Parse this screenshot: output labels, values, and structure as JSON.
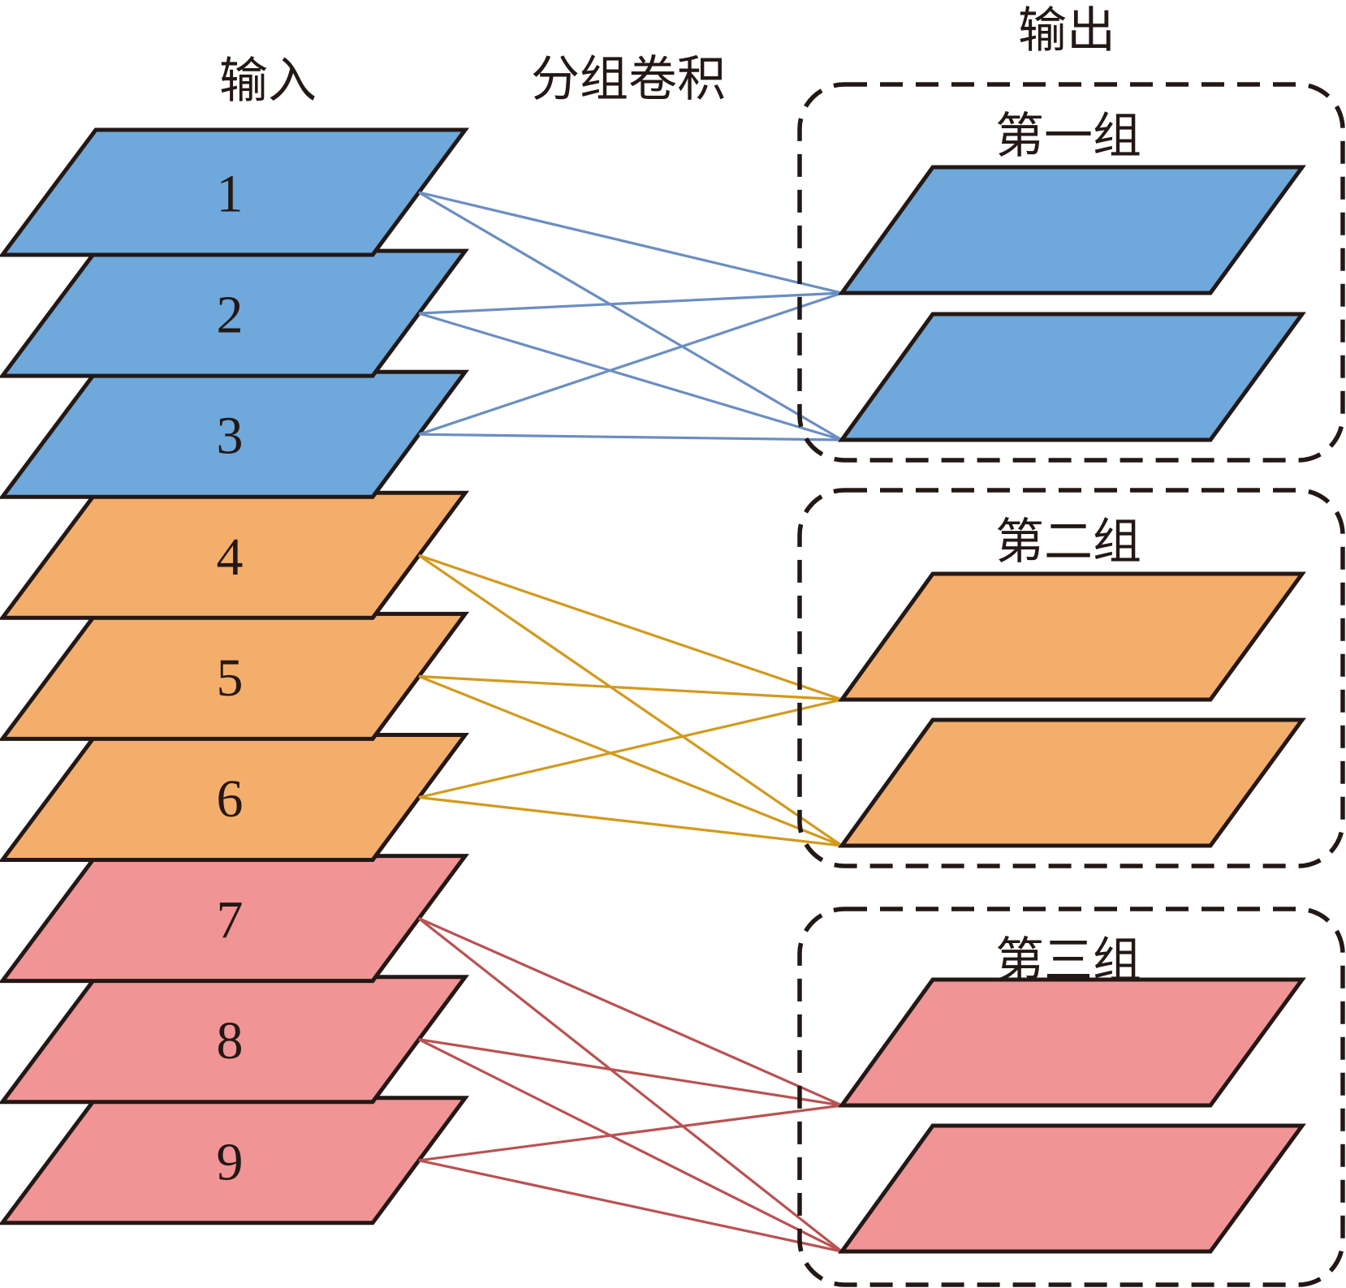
{
  "headers": {
    "input": "输入",
    "grouped_conv": "分组卷积",
    "output": "输出"
  },
  "colors": {
    "group1_fill": "#6FA8DA",
    "group1_line": "#6B8EC2",
    "group2_fill": "#F4AE6B",
    "group2_line": "#D29A1E",
    "group3_fill": "#F09496",
    "group3_line": "#B95252",
    "outline": "#231815"
  },
  "inputs": [
    {
      "label": "1",
      "group": 0
    },
    {
      "label": "2",
      "group": 0
    },
    {
      "label": "3",
      "group": 0
    },
    {
      "label": "4",
      "group": 1
    },
    {
      "label": "5",
      "group": 1
    },
    {
      "label": "6",
      "group": 1
    },
    {
      "label": "7",
      "group": 2
    },
    {
      "label": "8",
      "group": 2
    },
    {
      "label": "9",
      "group": 2
    }
  ],
  "groups": [
    {
      "label": "第一组",
      "outputs": 2,
      "inputs": [
        1,
        2,
        3
      ]
    },
    {
      "label": "第二组",
      "outputs": 2,
      "inputs": [
        4,
        5,
        6
      ]
    },
    {
      "label": "第三组",
      "outputs": 2,
      "inputs": [
        7,
        8,
        9
      ]
    }
  ],
  "connection_rule": "each input channel in a group connects to every output channel of the same group"
}
